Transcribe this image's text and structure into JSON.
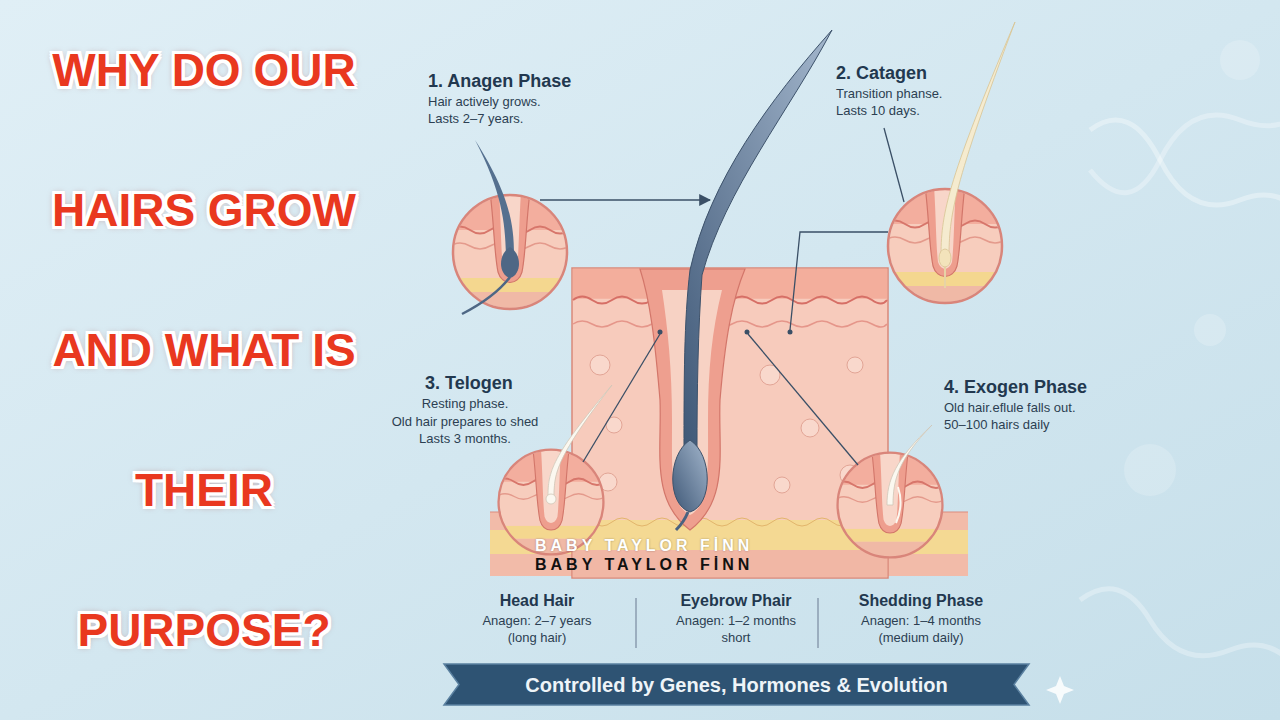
{
  "diagram": {
    "title": "WHY DO OUR HAIRS GROW AND WHAT IS THEIR PURPOSE?",
    "nodes": [
      {
        "text": [
          "1. Anagen Phase",
          "Hair actively grows. Lasts 2–7 years."
        ]
      },
      {
        "text": [
          "2. Catagen",
          "Transition phanse. Lasts 10 days."
        ]
      },
      {
        "text": [
          "3. Telogen",
          "Resting phase.",
          "Old hair prepares to shed Lasts 3 months."
        ]
      },
      {
        "text": [
          "4. Exogen Phase",
          "Old hair.eflule falls out. 50–100 hairs daily"
        ]
      },
      {
        "text": [
          "Controlled by Genes, Hormones & Evolution"
        ]
      }
    ],
    "labels": [
      "Head Hair",
      "Anagen: 2–7 years (long hair)",
      "Eyebrow Phair",
      "Anagen: 1–2 months short",
      "Shedding Phase",
      "Anagen: 1–4 months (medium daily)",
      "BABY TAYLOR FİNN",
      "BABY TAYLOR FİNN"
    ]
  }
}
